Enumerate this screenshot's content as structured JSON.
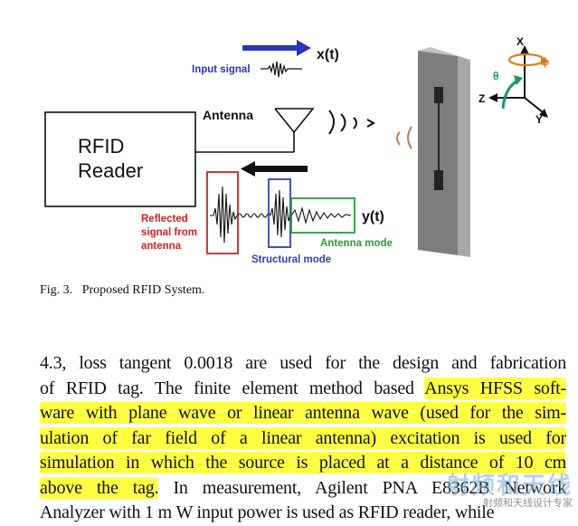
{
  "figure": {
    "reader_label_line1": "RFID",
    "reader_label_line2": "Reader",
    "antenna_label": "Antenna",
    "input_signal_label": "Input signal",
    "x_label": "x(t)",
    "y_label": "y(t)",
    "reflected_label_line1": "Reflected",
    "reflected_label_line2": "signal from",
    "reflected_label_line3": "antenna",
    "structural_mode_label": "Structural mode",
    "antenna_mode_label": "Antenna mode",
    "axis_x": "X",
    "axis_y": "Y",
    "axis_z": "Z",
    "axis_theta": "θ",
    "axis_phi": "ϕ",
    "colors": {
      "input_arrow": "#2a35b8",
      "reflected_box": "#d42020",
      "structural_box": "#3040c0",
      "antenna_mode_box": "#2a9a3a",
      "phi_arrow": "#e07a10",
      "theta_arrow": "#1a9a5a",
      "wave_back": "#c07a50",
      "plate": "#8d8d8d"
    }
  },
  "caption": {
    "fig_number": "Fig. 3.",
    "text": "Proposed RFID System."
  },
  "body": {
    "line1": "4.3, loss tangent 0.0018 are used for the design and fabrication",
    "line2_plain": "of RFID tag. The finite element method based ",
    "line2_mark": "Ansys HFSS soft-",
    "line3_mark": "ware with plane wave or linear antenna wave (used for the sim-",
    "line4_mark": "ulation of far field of a linear antenna) excitation is used for",
    "line5_mark": "simulation in which the source is placed at a distance of 10 cm",
    "line6_mark": "above the tag.",
    "line6_plain": " In measurement, Agilent PNA E8362B Network",
    "line7_plain": "Analyzer with 1 m W input power is used as RFID reader, while"
  },
  "watermark": {
    "big": "射频和天线",
    "small": "射频和天线设计专家"
  }
}
